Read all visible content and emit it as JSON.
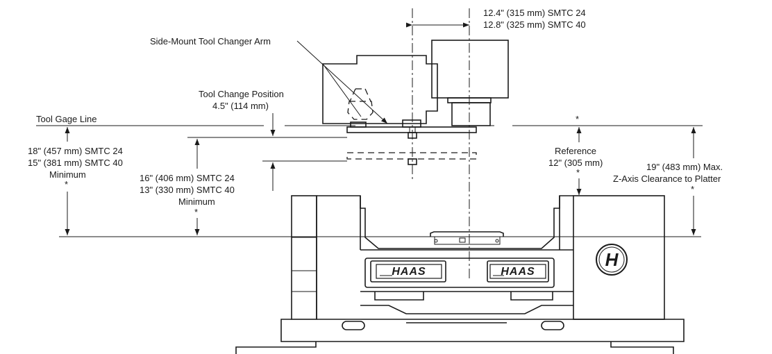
{
  "labels": {
    "spindle_offset_line1": "12.4\" (315 mm) SMTC 24",
    "spindle_offset_line2": "12.8\" (325 mm) SMTC 40",
    "arm": "Side-Mount Tool Changer Arm",
    "tool_change_line1": "Tool Change Position",
    "tool_change_line2": "4.5\" (114 mm)",
    "gage_line": "Tool Gage Line",
    "left_dim_line1": "18\" (457 mm) SMTC 24",
    "left_dim_line2": "15\" (381 mm) SMTC 40",
    "left_dim_line3": "Minimum",
    "left_dim_star": "*",
    "mid_dim_line1": "16\" (406 mm) SMTC 24",
    "mid_dim_line2": "13\" (330 mm) SMTC 40",
    "mid_dim_line3": "Minimum",
    "mid_dim_star": "*",
    "reference_line1": "Reference",
    "reference_line2": "12\" (305 mm)",
    "reference_star": "*",
    "zaxis_line1": "19\" (483 mm) Max.",
    "zaxis_line2": "Z-Axis Clearance to Platter",
    "zaxis_star": "*",
    "top_star": "*"
  },
  "logos": {
    "left_badge": "HAAS",
    "right_badge": "HAAS",
    "side_emblem": "H"
  }
}
